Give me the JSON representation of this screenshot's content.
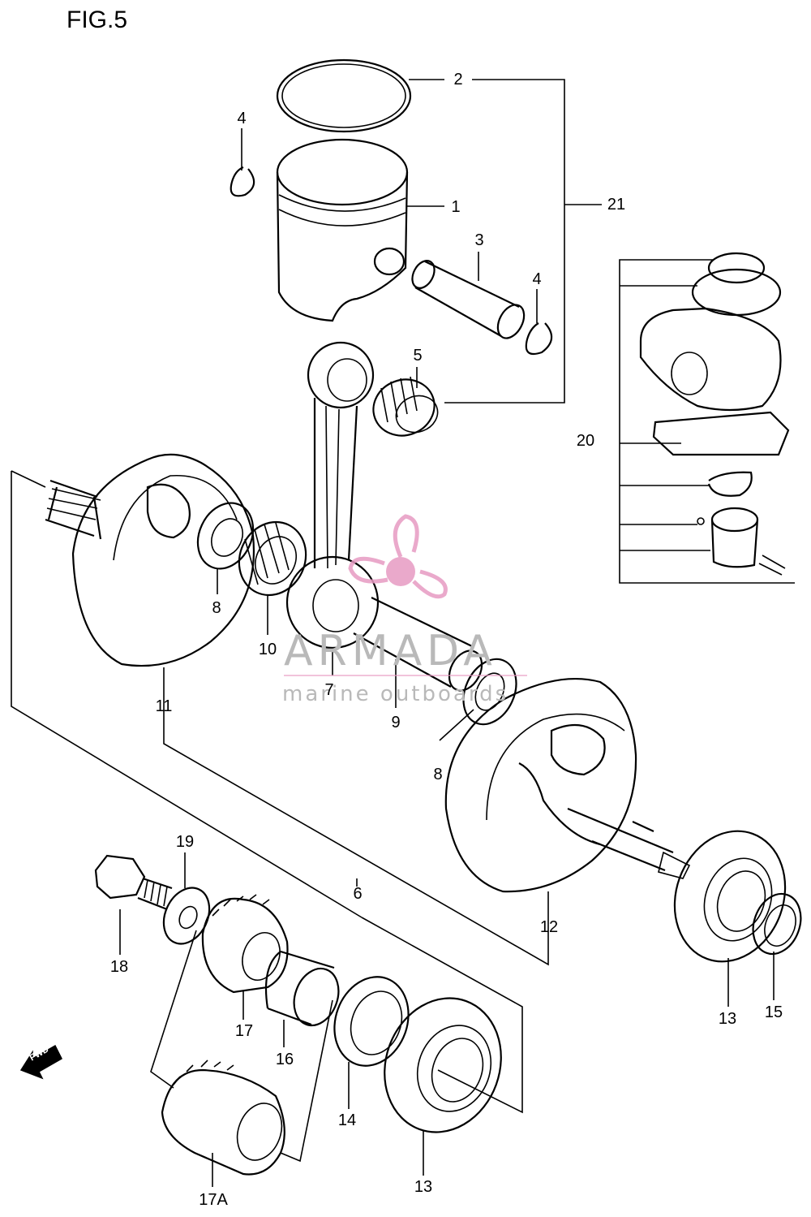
{
  "figure": {
    "title": "FIG.5",
    "fwd_label": "FWD"
  },
  "watermark": {
    "brand": "ARMADA",
    "tagline": "marine outboards",
    "logo_color": "#e79ac2",
    "text_color": "#b9b9b9"
  },
  "callouts": {
    "p1": "1",
    "p2": "2",
    "p3": "3",
    "p4a": "4",
    "p4b": "4",
    "p5": "5",
    "p6": "6",
    "p7": "7",
    "p8a": "8",
    "p8b": "8",
    "p9": "9",
    "p10": "10",
    "p11": "11",
    "p12": "12",
    "p13a": "13",
    "p13b": "13",
    "p14": "14",
    "p15": "15",
    "p16": "16",
    "p17": "17",
    "p17A": "17A",
    "p18": "18",
    "p19": "19",
    "p20": "20",
    "p21": "21"
  }
}
